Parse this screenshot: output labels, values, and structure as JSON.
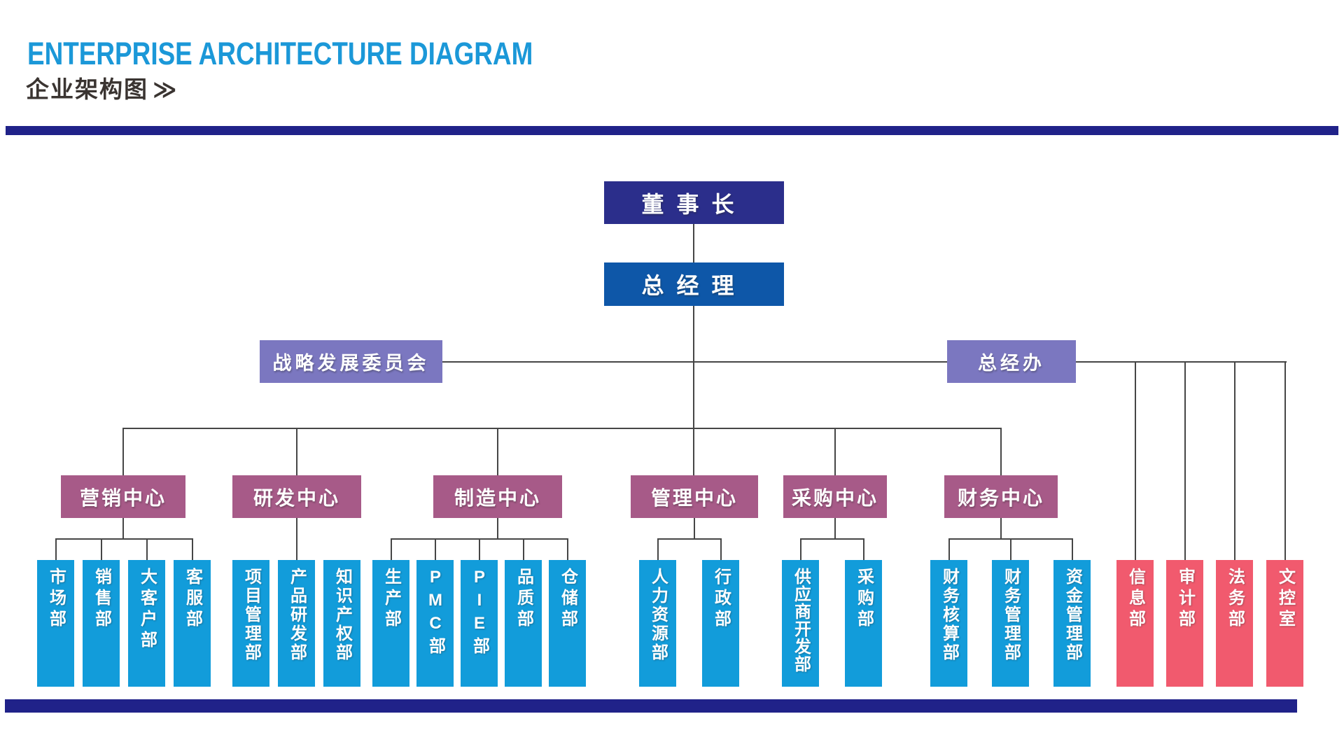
{
  "header": {
    "title_en": "ENTERPRISE ARCHITECTURE DIAGRAM",
    "title_cn": "企业架构图",
    "chevrons": "≫"
  },
  "org": {
    "chairman": "董事长",
    "general_manager": "总经理",
    "committee": "战略发展委员会",
    "gm_office": "总经办",
    "centers": [
      {
        "label": "营销中心",
        "departments": [
          "市场部",
          "销售部",
          "大客户部",
          "客服部"
        ]
      },
      {
        "label": "研发中心",
        "departments": [
          "项目管理部",
          "产品研发部",
          "知识产权部"
        ]
      },
      {
        "label": "制造中心",
        "departments": [
          "生产部",
          "PMC部",
          "PIE部",
          "品质部",
          "仓储部"
        ]
      },
      {
        "label": "管理中心",
        "departments": [
          "人力资源部",
          "行政部"
        ]
      },
      {
        "label": "采购中心",
        "departments": [
          "供应商开发部",
          "采购部"
        ]
      },
      {
        "label": "财务中心",
        "departments": [
          "财务核算部",
          "财务管理部",
          "资金管理部"
        ]
      }
    ],
    "office_departments": [
      "信息部",
      "审计部",
      "法务部",
      "文控室"
    ]
  },
  "colors": {
    "title_blue": "#1B98D8",
    "title_dark": "#3A3431",
    "bar_navy": "#202289",
    "chairman_navy": "#2B2E8B",
    "gm_blue": "#0E57A8",
    "purple": "#7B77C0",
    "center_mauve": "#A75A88",
    "dept_blue": "#129CDA",
    "office_pink": "#F15A6E",
    "line_gray": "#464646"
  }
}
